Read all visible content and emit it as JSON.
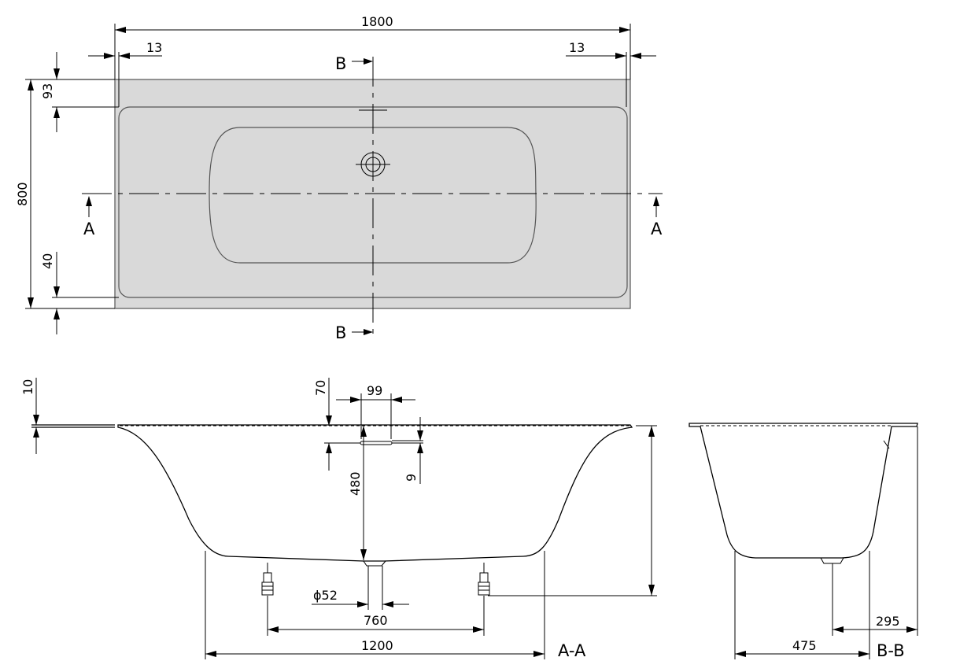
{
  "top_view": {
    "overall_length": "1800",
    "overall_width": "800",
    "rim_left": "13",
    "rim_right": "13",
    "rim_top": "93",
    "rim_bottom": "40",
    "section_b_top": "B",
    "section_b_bottom": "B",
    "section_a_left": "A",
    "section_a_right": "A"
  },
  "section_a": {
    "rim_thickness": "10",
    "overflow_offset": "70",
    "overflow_width": "99",
    "overflow_height": "9",
    "depth": "480",
    "drain_diameter": "ϕ52",
    "feet_spacing": "760",
    "floor_length": "1200",
    "label": "A-A"
  },
  "section_b": {
    "drain_to_wall": "295",
    "floor_width": "475",
    "label": "B-B"
  },
  "colors": {
    "fill": "#d9d9d9",
    "line": "#000000"
  }
}
